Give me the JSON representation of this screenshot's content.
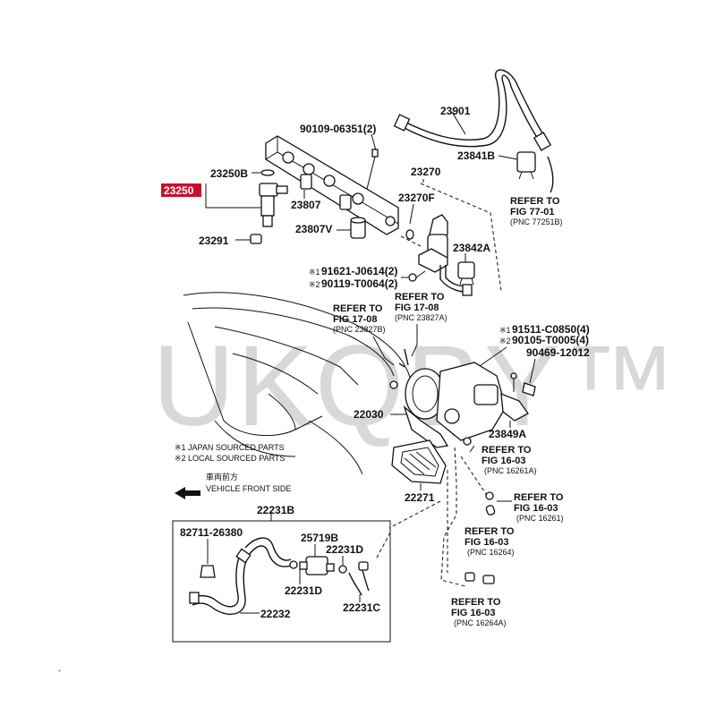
{
  "watermark": {
    "text": "UKQBY™"
  },
  "highlighted_part": {
    "label": "23250",
    "color": "#c8102e"
  },
  "labels": {
    "p90109": "90109-06351(2)",
    "p23901": "23901",
    "p23841B": "23841B",
    "p23250B": "23250B",
    "p23270": "23270",
    "p23270F": "23270F",
    "p23807": "23807",
    "p23807V": "23807V",
    "p23291": "23291",
    "p23842A": "23842A",
    "p91621": "91621-J0614(2)",
    "p90119": "90119-T0064(2)",
    "p91511": "91511-C0850(4)",
    "p90105": "90105-T0005(4)",
    "p90469": "90469-12012",
    "p22030": "22030",
    "p23849A": "23849A",
    "p22271": "22271",
    "p22231B": "22231B",
    "p82711": "82711-26380",
    "p25719B": "25719B",
    "p22231D_a": "22231D",
    "p22231D_b": "22231D",
    "p22232": "22232",
    "p22231C": "22231C",
    "mark1": "※1",
    "mark2": "※2"
  },
  "refs": [
    {
      "line1": "REFER TO",
      "line2": "FIG 77-01",
      "pnc": "(PNC 77251B)"
    },
    {
      "line1": "REFER TO",
      "line2": "FIG 17-08",
      "pnc": "(PNC 23827A)"
    },
    {
      "line1": "REFER TO",
      "line2": "FIG 17-08",
      "pnc": "(PNC 23827B)"
    },
    {
      "line1": "REFER TO",
      "line2": "FIG 16-03",
      "pnc": "(PNC 16261A)"
    },
    {
      "line1": "REFER TO",
      "line2": "FIG 16-03",
      "pnc": "(PNC 16261)"
    },
    {
      "line1": "REFER TO",
      "line2": "FIG 16-03",
      "pnc": "(PNC 16264)"
    },
    {
      "line1": "REFER TO",
      "line2": "FIG 16-03",
      "pnc": "(PNC 16264A)"
    }
  ],
  "notes": {
    "japan": "※1 JAPAN SOURCED PARTS",
    "local": "※2 LOCAL SOURCED PARTS",
    "front_jp": "車両前方",
    "front_en": "VEHICLE FRONT SIDE"
  },
  "corner_mark": "-"
}
